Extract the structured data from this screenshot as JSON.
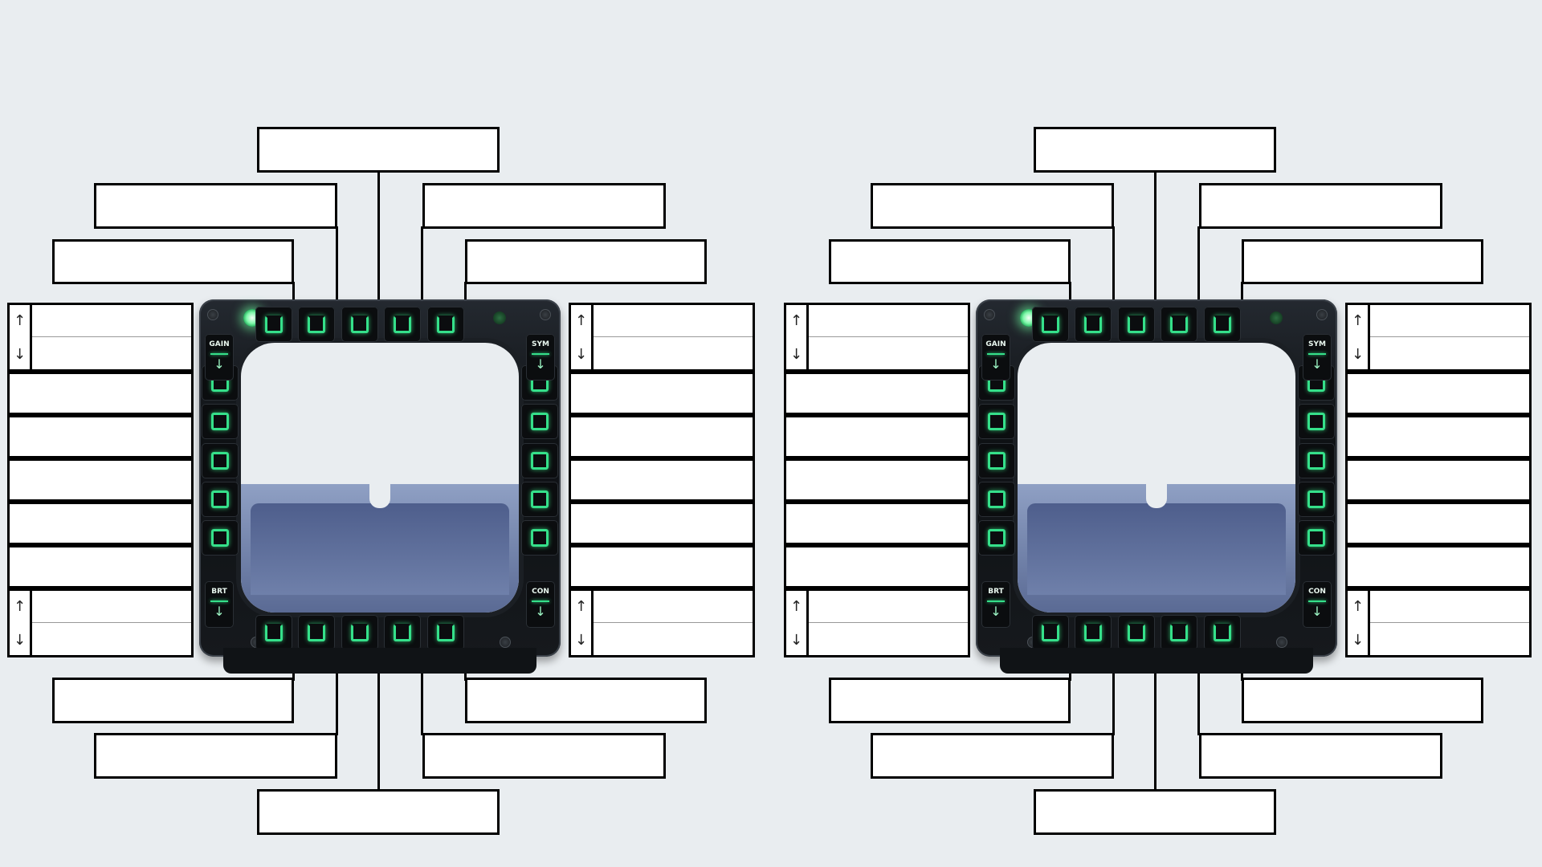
{
  "rocker_arrows": {
    "up": "↑",
    "down": "↓"
  },
  "buttons": {
    "gain": "GAIN",
    "sym": "SYM",
    "brt": "BRT",
    "con": "CON",
    "rocker_down_arrow": "↓"
  },
  "colors": {
    "background": "#e9edf0",
    "label_border": "#000000",
    "button_glow": "#35e08a",
    "bezel": "#0e1114",
    "tray": "#6f80aa"
  },
  "panels": [
    "left",
    "right"
  ]
}
